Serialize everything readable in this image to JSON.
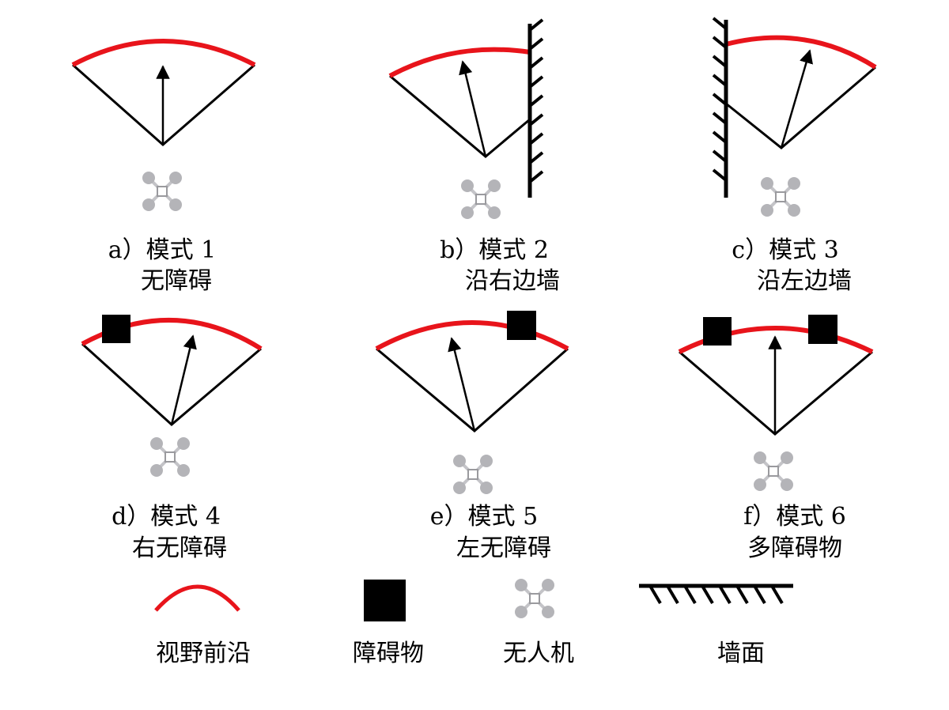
{
  "panels": [
    {
      "caption_line1": "a）模式 1",
      "caption_line2": "无障碍"
    },
    {
      "caption_line1": "b）模式 2",
      "caption_line2": "沿右边墙"
    },
    {
      "caption_line1": "c）模式 3",
      "caption_line2": "沿左边墙"
    },
    {
      "caption_line1": "d）模式 4",
      "caption_line2": "右无障碍"
    },
    {
      "caption_line1": "e）模式 5",
      "caption_line2": "左无障碍"
    },
    {
      "caption_line1": "f）模式 6",
      "caption_line2": "多障碍物"
    }
  ],
  "legend": {
    "view_front": "视野前沿",
    "obstacle": "障碍物",
    "drone": "无人机",
    "wall": "墙面"
  },
  "colors": {
    "view_front": "#e8141b",
    "outline": "#000000",
    "drone": "#b4b4b8"
  },
  "icons": [
    "fan-sector",
    "direction-arrow",
    "obstacle-square",
    "drone-icon",
    "hatched-wall"
  ]
}
